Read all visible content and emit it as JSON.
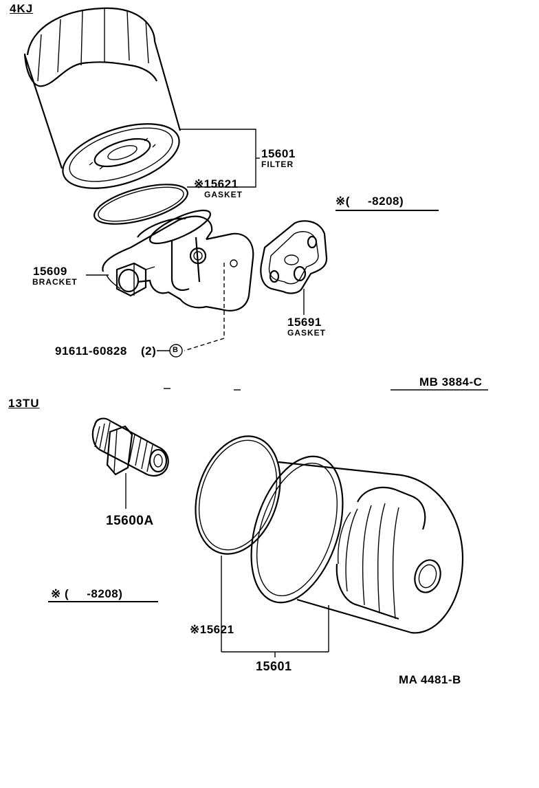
{
  "section_4kj": {
    "header": "4KJ",
    "filter": {
      "number": "15601",
      "name": "FILTER"
    },
    "gasket": {
      "number": "※15621",
      "name": "GASKET"
    },
    "date_note": "※(     -8208)",
    "bracket": {
      "number": "15609",
      "name": "BRACKET"
    },
    "bracket_gasket": {
      "number": "15691",
      "name": "GASKET"
    },
    "bolt": {
      "number": "91611-60828",
      "qty": "(2)",
      "callout": "B"
    },
    "figure_code": "MB 3884-C"
  },
  "section_13tu": {
    "header": "13TU",
    "union": {
      "number": "15600A"
    },
    "date_note": "※ (     -8208)",
    "gasket": {
      "number": "※15621"
    },
    "filter": {
      "number": "15601"
    },
    "figure_code": "MA 4481-B"
  }
}
